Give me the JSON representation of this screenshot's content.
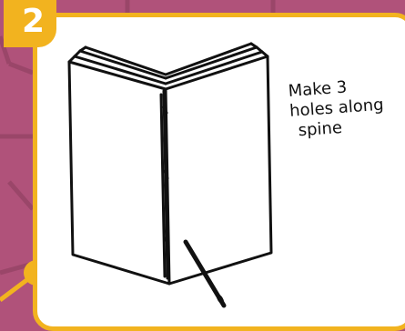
{
  "step": {
    "number": "2"
  },
  "instruction": {
    "lines": [
      "Make 3",
      "holes along",
      "spine"
    ]
  },
  "icons": {
    "illustration": "open-book-with-needle-icon"
  },
  "colors": {
    "background": "#b0527a",
    "card_border": "#f2b31f",
    "badge": "#f2b31f",
    "card": "#ffffff",
    "ink": "#111111"
  }
}
